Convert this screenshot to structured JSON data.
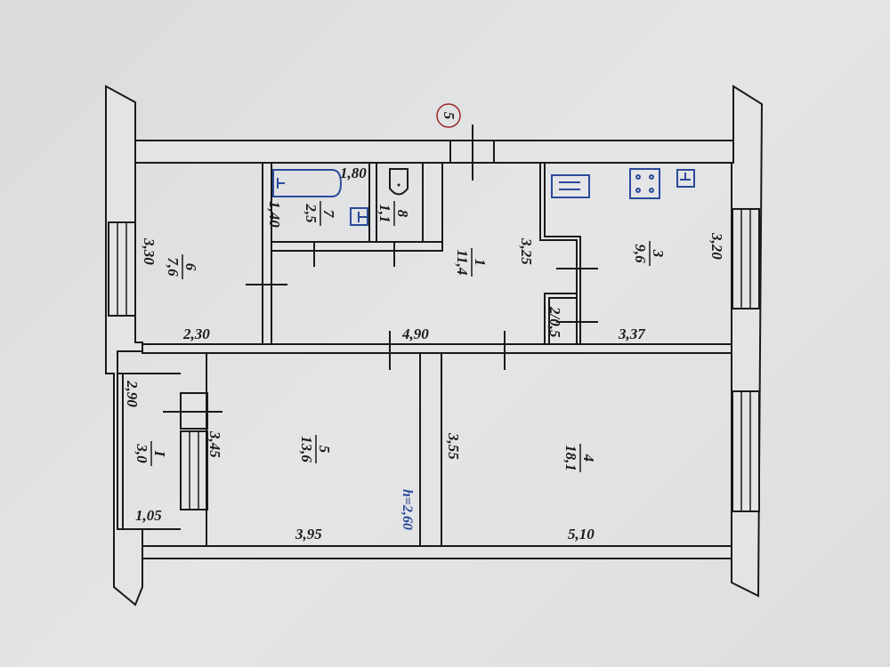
{
  "plan": {
    "axis_marker": "5",
    "ceiling_height": "h=2,60",
    "rooms": [
      {
        "number": "1",
        "area": "11,4",
        "type": "hallway"
      },
      {
        "number": "2",
        "area": "0,5",
        "label": "2/0,5",
        "type": "closet"
      },
      {
        "number": "3",
        "area": "9,6",
        "type": "kitchen"
      },
      {
        "number": "4",
        "area": "18,1",
        "type": "room"
      },
      {
        "number": "5",
        "area": "13,6",
        "type": "room"
      },
      {
        "number": "6",
        "area": "7,6",
        "type": "room"
      },
      {
        "number": "7",
        "area": "2,5",
        "type": "bathroom"
      },
      {
        "number": "8",
        "area": "1,1",
        "type": "toilet"
      },
      {
        "number": "I",
        "area": "3,0",
        "type": "balcony"
      }
    ],
    "dimensions": {
      "room6_length": "3,30",
      "room6_width": "2,30",
      "bath_length": "1,80",
      "bath_width": "1,40",
      "hall_length": "4,90",
      "hall_width": "3,25",
      "kitchen_width": "3,20",
      "kitchen_length": "3,37",
      "balcony_length": "2,90",
      "balcony_width": "1,05",
      "room5_width": "3,45",
      "room5_length": "3,95",
      "room4_width": "3,55",
      "room4_length": "5,10"
    },
    "fixtures": [
      "bathtub-icon",
      "sink-icon",
      "toilet-icon",
      "kitchen-sink-icon",
      "stove-icon",
      "kitchen-washbasin-icon"
    ]
  }
}
